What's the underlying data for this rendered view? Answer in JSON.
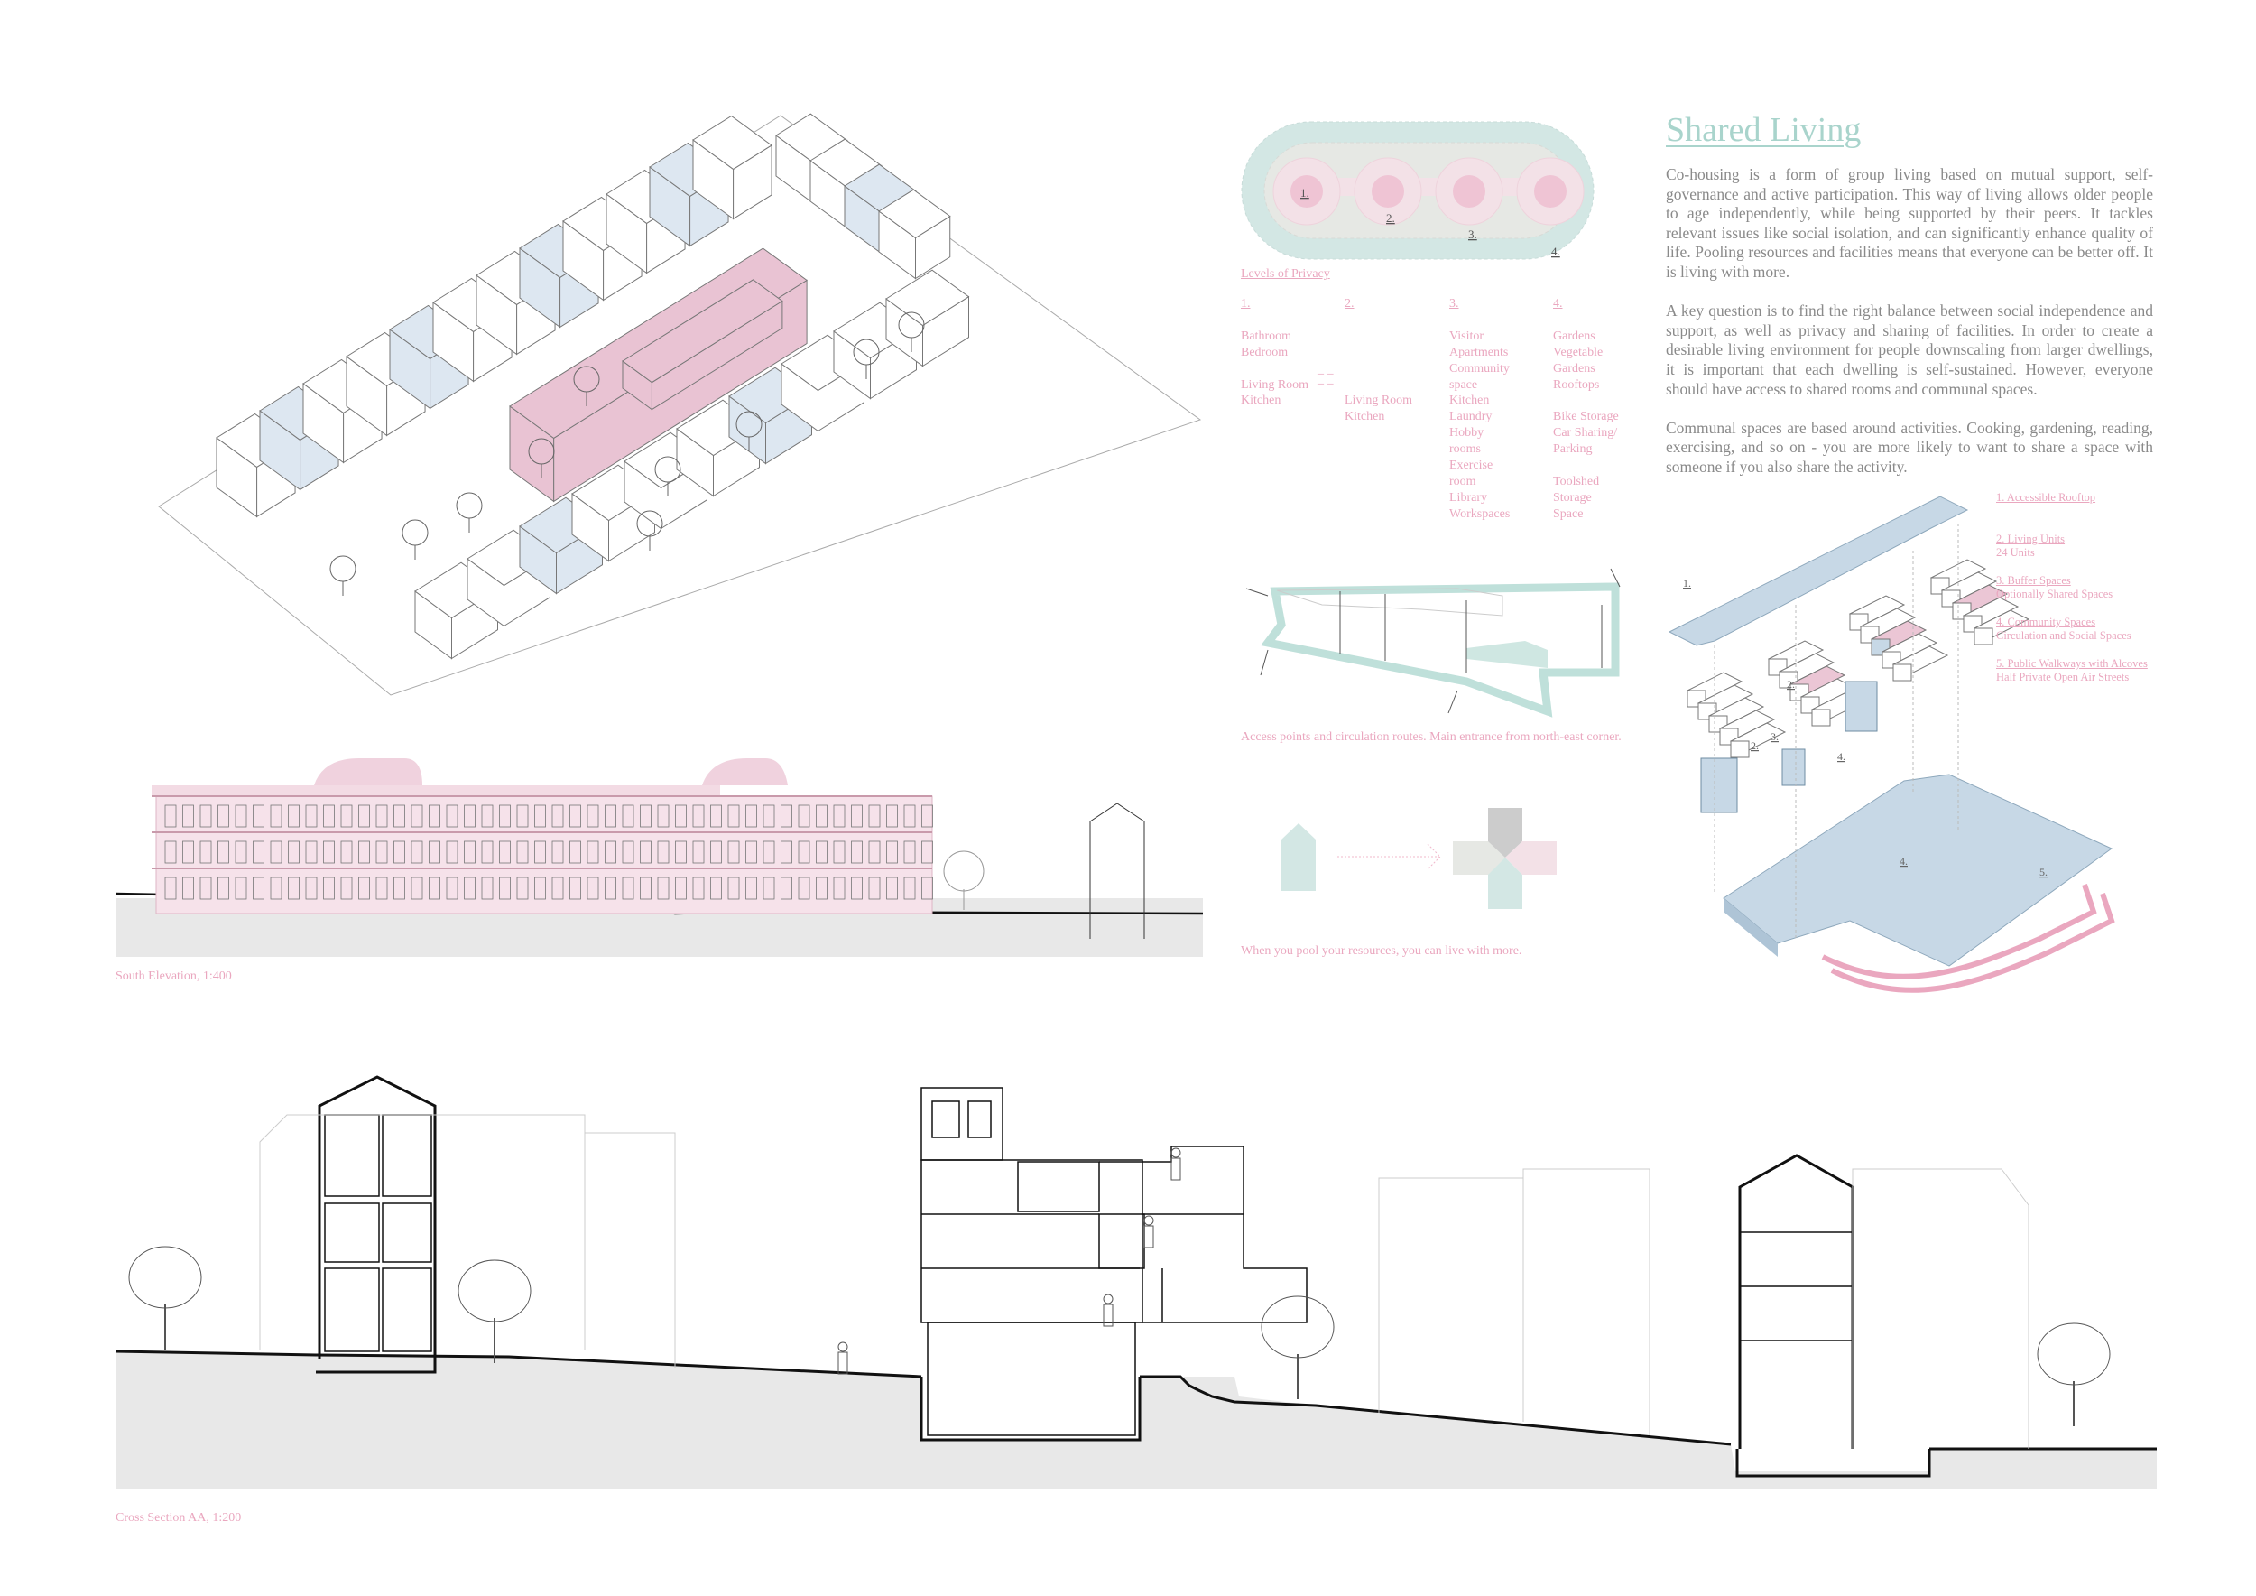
{
  "title": "Shared Living",
  "paragraphs": [
    "Co-housing is a form of group living based on mutual support, self- governance and active participation. This way of living allows older people to age independently, while being supported by their peers. It tackles relevant issues like social isolation, and can significantly enhance quality of life. Pooling resources and facilities means that everyone can be better off. It is living with more.",
    "A key question is to find the right balance between social independence and support, as well as privacy and sharing of facilities. In order to create a desirable living environment for people downscaling from larger dwellings, it is important that each dwelling is self-sustained. However, everyone should have access to shared rooms and communal spaces.",
    "Communal spaces are based around activities. Cooking, gardening, reading, exercising, and so on - you are more likely to want to share a space with someone if you also share the activity."
  ],
  "privacy_diagram": {
    "labels": [
      "1.",
      "2.",
      "3.",
      "4."
    ]
  },
  "levels_of_privacy": {
    "heading": "Levels of Privacy",
    "columns": [
      {
        "num": "1.",
        "groups": [
          [
            "Bathroom",
            "Bedroom"
          ],
          [
            "Living Room",
            "Kitchen"
          ]
        ]
      },
      {
        "num": "2.",
        "groups": [
          [],
          [
            "Living Room",
            "Kitchen"
          ]
        ]
      },
      {
        "num": "3.",
        "groups": [
          [
            "Visitor",
            "Apartments",
            "Community",
            "space",
            "Kitchen",
            "Laundry",
            "Hobby",
            "rooms",
            "Exercise",
            "room",
            "Library",
            "Workspaces"
          ]
        ]
      },
      {
        "num": "4.",
        "groups": [
          [
            "Gardens",
            "Vegetable",
            "Gardens",
            "Rooftops"
          ],
          [
            "Bike Storage",
            "Car Sharing/",
            "Parking"
          ],
          [
            "Toolshed",
            "Storage",
            "Space"
          ]
        ]
      }
    ]
  },
  "captions": {
    "access": "Access points and circulation routes. Main entrance from north-east corner.",
    "pool": "When you pool your resources, you can live with more.",
    "elevation": "South Elevation, 1:400",
    "section": "Cross Section AA, 1:200"
  },
  "exploded_axo": {
    "markers": [
      "1.",
      "2.",
      "3.",
      "2.",
      "4.",
      "4.",
      "5."
    ],
    "legend": [
      {
        "title": "1. Accessible Rooftop",
        "sub": ""
      },
      {
        "title": "2. Living Units",
        "sub": "24 Units"
      },
      {
        "title": "3. Buffer Spaces",
        "sub": "Optionally Shared Spaces"
      },
      {
        "title": "4. Community Spaces",
        "sub": "Circulation and Social Spaces"
      },
      {
        "title": "5. Public Walkways with Alcoves",
        "sub": "Half Private Open Air Streets"
      }
    ]
  },
  "colors": {
    "teal": "#a9d4cc",
    "pink": "#eaa7bf",
    "pink_fill": "#ebc6d5",
    "blue_fill": "#c7d8e6",
    "ground": "#e8e8e8",
    "body_text": "#8a8a8a"
  }
}
